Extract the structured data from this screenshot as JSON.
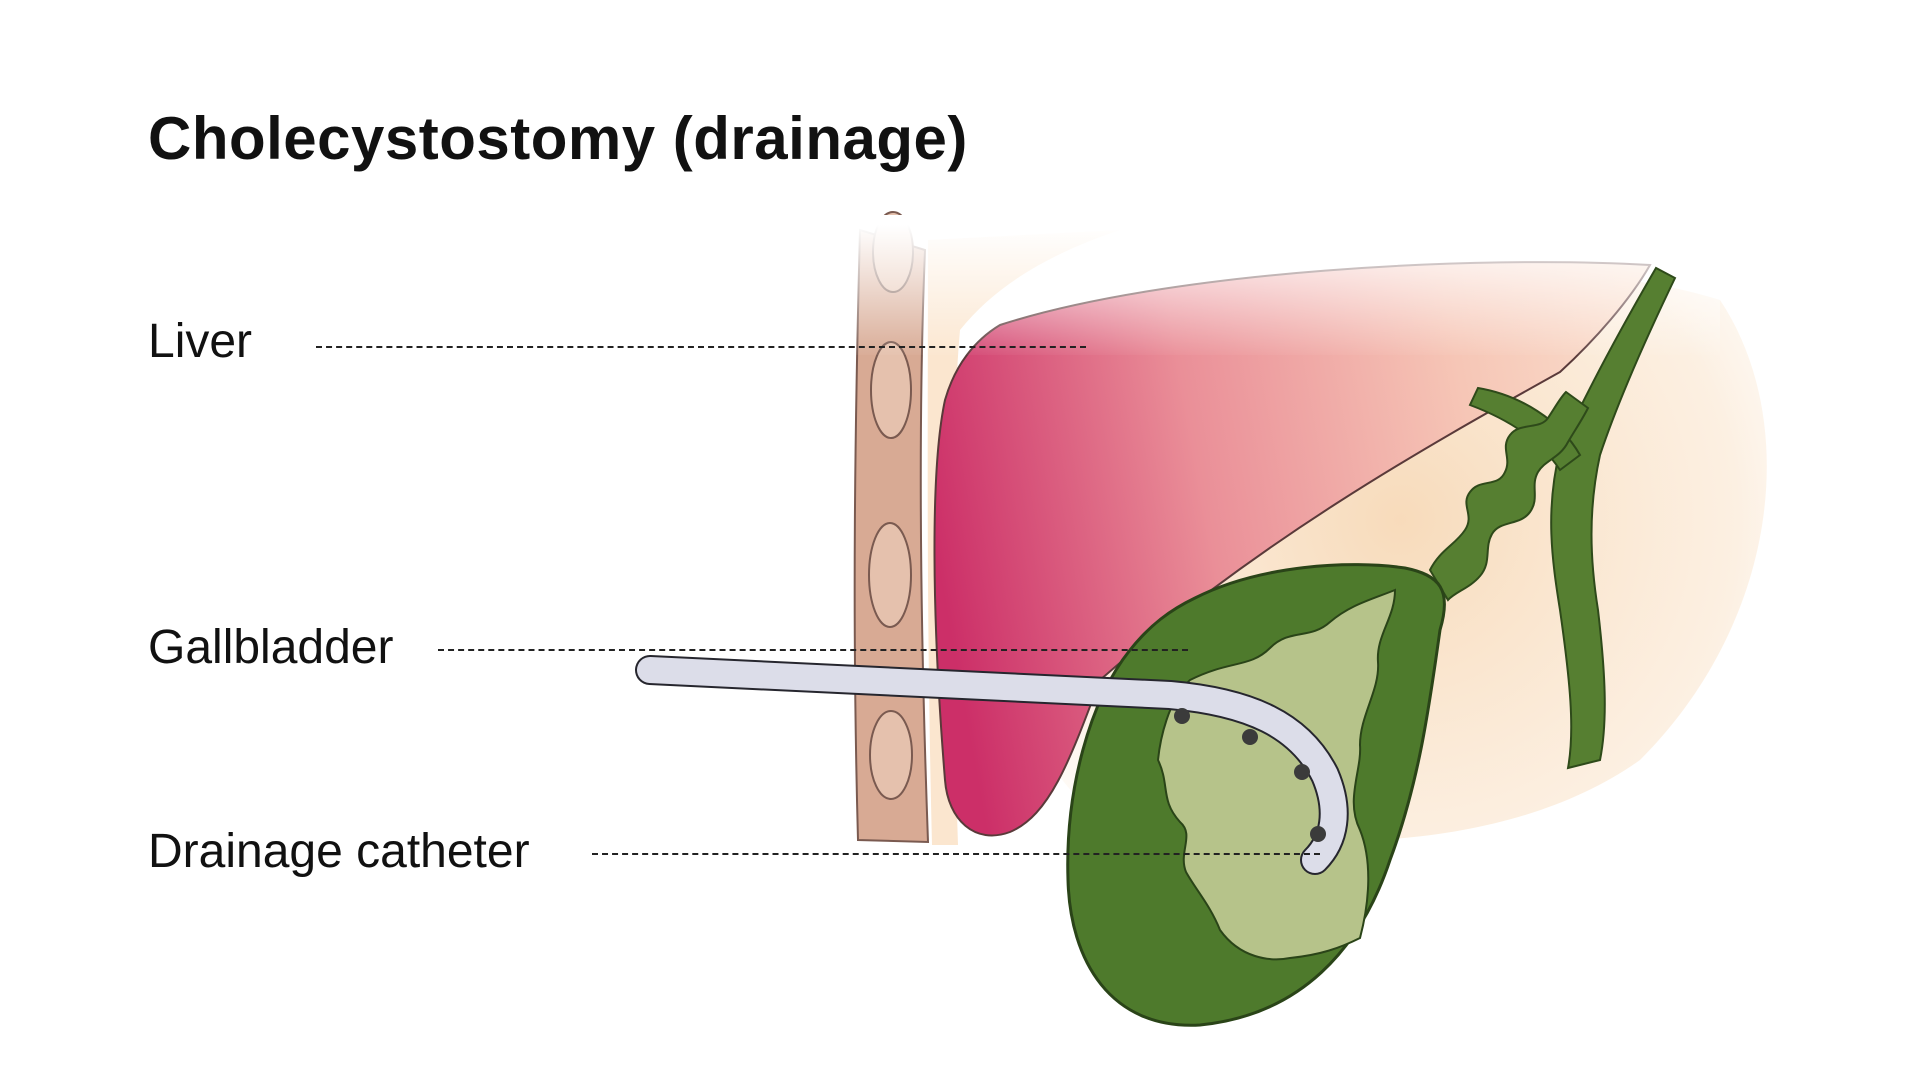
{
  "title": "Cholecystostomy (drainage)",
  "labels": {
    "liver": "Liver",
    "gallbladder": "Gallbladder",
    "catheter": "Drainage catheter"
  },
  "colors": {
    "liver": "#d9477a",
    "gallbladder_wall": "#4e7a2c",
    "bile": "#b6c38a",
    "abdominal_wall": "#d8aa94",
    "catheter": "#dcdde9"
  }
}
